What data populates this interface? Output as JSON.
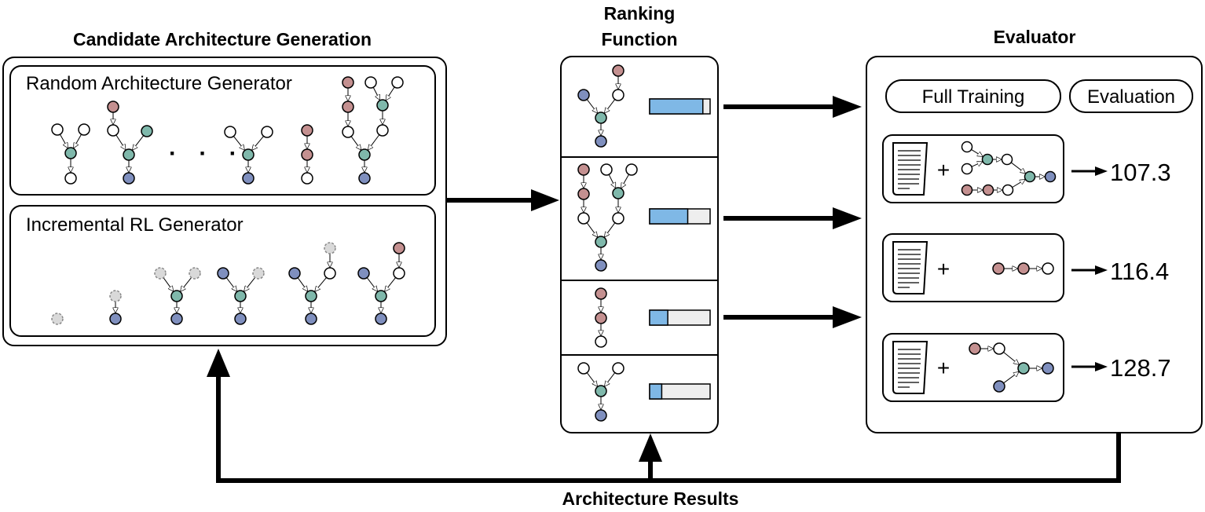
{
  "colors": {
    "node_pink": "#c49090",
    "node_teal": "#7fb8ab",
    "node_blue": "#7f8fbe",
    "node_white": "#ffffff",
    "node_dashed": "#d9d9d9",
    "bar_fill": "#7fb8e6",
    "bar_bg": "#eeeeee"
  },
  "titles": {
    "candidate": "Candidate Architecture Generation",
    "ranking_line1": "Ranking",
    "ranking_line2": "Function",
    "evaluator": "Evaluator",
    "results": "Architecture Results"
  },
  "generators": {
    "random": "Random Architecture Generator",
    "incremental": "Incremental RL Generator",
    "ellipsis": "· · ·"
  },
  "ranking": {
    "scores": [
      0.88,
      0.63,
      0.3,
      0.2
    ]
  },
  "evaluator": {
    "full_training": "Full Training",
    "evaluation": "Evaluation",
    "plus": "+",
    "results": [
      "107.3",
      "116.4",
      "128.7"
    ]
  }
}
